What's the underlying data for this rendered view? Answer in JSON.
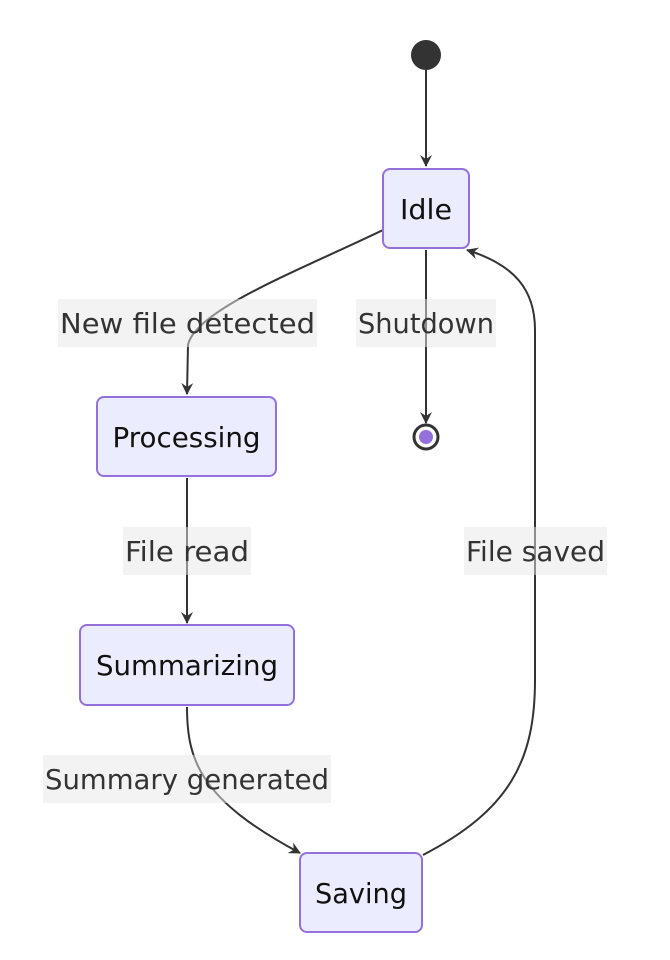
{
  "colors": {
    "node_fill": "#ECECFF",
    "node_stroke": "#9370DB",
    "edge": "#333333",
    "label_bg": "#E8E8E8",
    "start": "#333333",
    "end_fill": "#9370DB",
    "end_ring": "#333333"
  },
  "states": {
    "idle": "Idle",
    "processing": "Processing",
    "summarizing": "Summarizing",
    "saving": "Saving"
  },
  "transitions": {
    "new_file": "New file detected",
    "shutdown": "Shutdown",
    "file_read": "File read",
    "summary_generated": "Summary generated",
    "file_saved": "File saved"
  }
}
